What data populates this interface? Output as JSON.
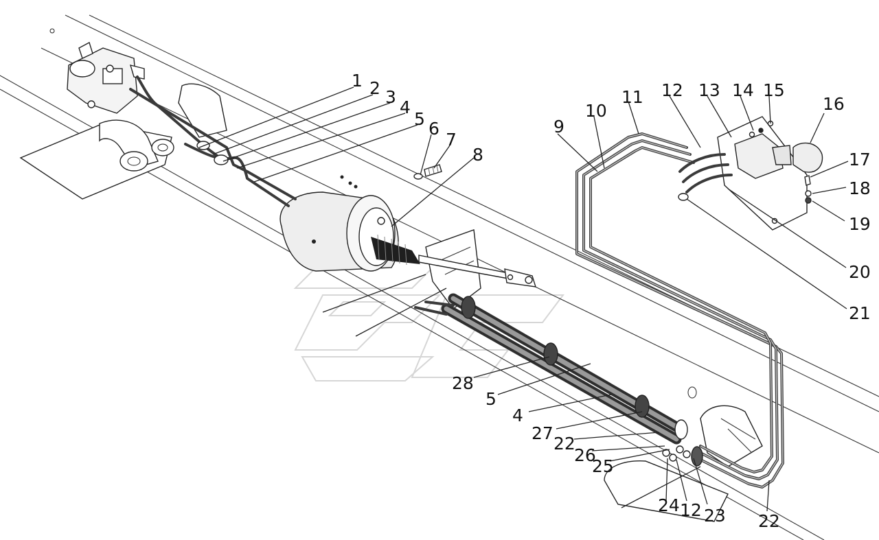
{
  "diagram": {
    "callouts": [
      {
        "id": "c1",
        "label": "1"
      },
      {
        "id": "c2",
        "label": "2"
      },
      {
        "id": "c3",
        "label": "3"
      },
      {
        "id": "c4a",
        "label": "4"
      },
      {
        "id": "c5a",
        "label": "5"
      },
      {
        "id": "c6",
        "label": "6"
      },
      {
        "id": "c7",
        "label": "7"
      },
      {
        "id": "c8",
        "label": "8"
      },
      {
        "id": "c9",
        "label": "9"
      },
      {
        "id": "c10",
        "label": "10"
      },
      {
        "id": "c11",
        "label": "11"
      },
      {
        "id": "c12a",
        "label": "12"
      },
      {
        "id": "c13",
        "label": "13"
      },
      {
        "id": "c14",
        "label": "14"
      },
      {
        "id": "c15",
        "label": "15"
      },
      {
        "id": "c16",
        "label": "16"
      },
      {
        "id": "c17",
        "label": "17"
      },
      {
        "id": "c18",
        "label": "18"
      },
      {
        "id": "c19",
        "label": "19"
      },
      {
        "id": "c20",
        "label": "20"
      },
      {
        "id": "c21",
        "label": "21"
      },
      {
        "id": "c28",
        "label": "28"
      },
      {
        "id": "c5b",
        "label": "5"
      },
      {
        "id": "c4b",
        "label": "4"
      },
      {
        "id": "c27",
        "label": "27"
      },
      {
        "id": "c22a",
        "label": "22"
      },
      {
        "id": "c26",
        "label": "26"
      },
      {
        "id": "c25",
        "label": "25"
      },
      {
        "id": "c24",
        "label": "24"
      },
      {
        "id": "c12b",
        "label": "12"
      },
      {
        "id": "c23",
        "label": "23"
      },
      {
        "id": "c22b",
        "label": "22"
      }
    ]
  }
}
